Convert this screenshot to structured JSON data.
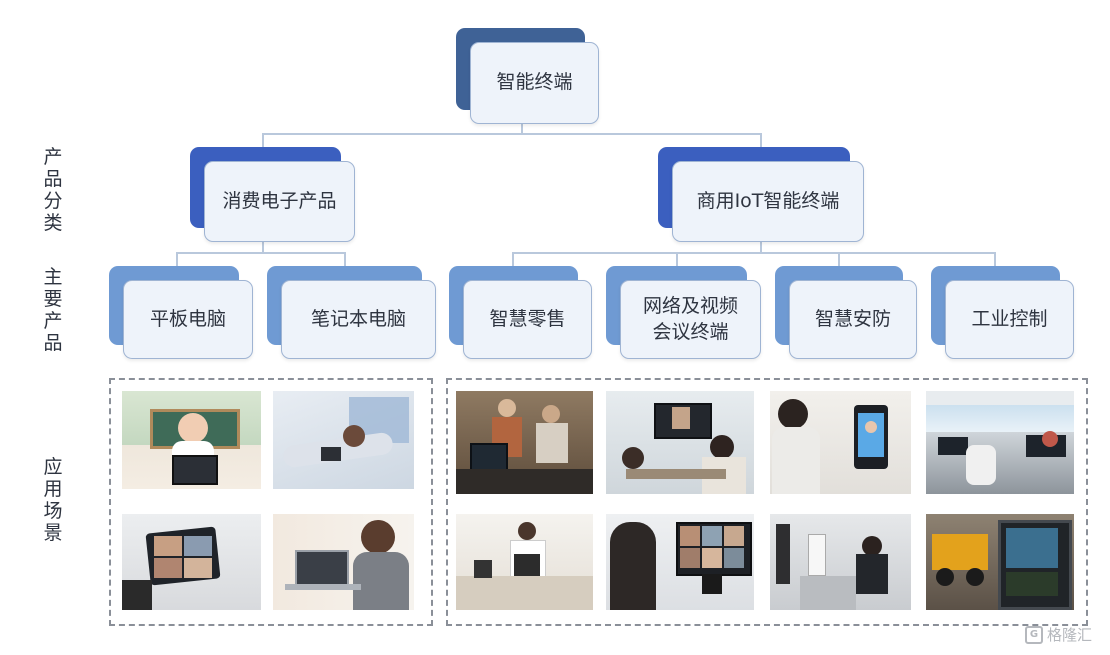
{
  "root": "智能终端",
  "side_labels": {
    "category": "产品分类",
    "products": "主要产品",
    "scenarios": "应用场景"
  },
  "categories": [
    {
      "label": "消费电子产品",
      "products": [
        "平板电脑",
        "笔记本电脑"
      ]
    },
    {
      "label": "商用IoT智能终端",
      "products": [
        "智慧零售",
        "网络及视频会议终端",
        "智慧安防",
        "工业控制"
      ]
    }
  ],
  "product_labels": {
    "p1": "平板电脑",
    "p2": "笔记本电脑",
    "p3": "智慧零售",
    "p4_line1": "网络及视频",
    "p4_line2": "会议终端",
    "p5": "智慧安防",
    "p6": "工业控制"
  },
  "images": [
    "girl-with-tablet",
    "person-relaxing-with-tablet",
    "tablet-video-call",
    "woman-on-laptop",
    "retail-checkout",
    "video-meeting-room",
    "face-recognition-terminal",
    "ship-bridge-control",
    "cafe-counter-terminal",
    "laptop-video-conference",
    "security-checkpoint",
    "mining-truck-industrial-panel"
  ],
  "watermark": "格隆汇",
  "colors": {
    "root_back": "#3f6296",
    "level1_back": "#3b5fbf",
    "level2_back": "#6f9ad3",
    "box_face": "#eef3fa",
    "connector": "#b9c8dc"
  }
}
